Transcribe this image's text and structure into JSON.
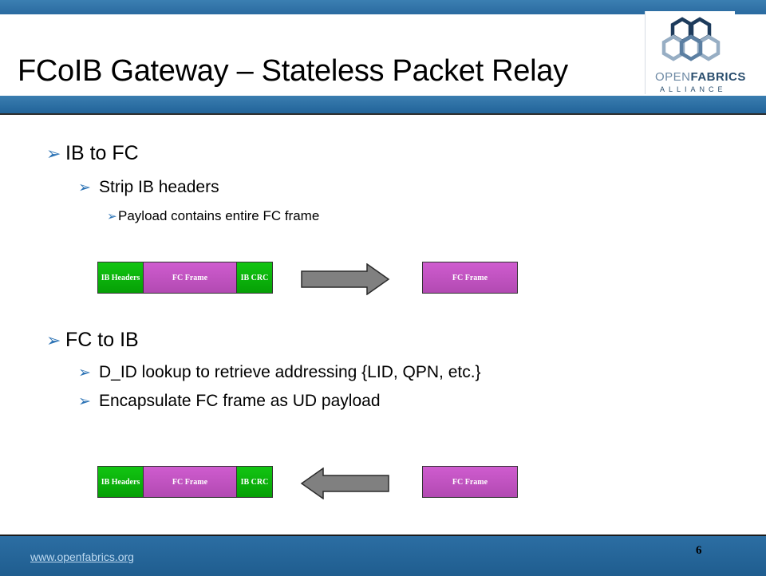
{
  "slide": {
    "title": "FCoIB Gateway – Stateless Packet Relay",
    "logo": {
      "line1_bold": "OPEN",
      "line1_rest": "FABRICS",
      "line2": "ALLIANCE"
    },
    "bullet_glyph": "➢",
    "sections": [
      {
        "heading": "IB to FC",
        "items": [
          "Strip IB headers"
        ],
        "subitems": [
          "Payload contains entire FC frame"
        ]
      },
      {
        "heading": "FC to IB",
        "items": [
          "D_ID lookup to retrieve addressing {LID, QPN, etc.}",
          "Encapsulate FC frame as UD payload"
        ]
      }
    ],
    "diagrams": [
      {
        "ib_frame": [
          "IB Headers",
          "FC Frame",
          "IB CRC"
        ],
        "fc_frame": "FC Frame",
        "direction": "right"
      },
      {
        "ib_frame": [
          "IB Headers",
          "FC Frame",
          "IB CRC"
        ],
        "fc_frame": "FC Frame",
        "direction": "left"
      }
    ],
    "colors": {
      "ib_segment": "#0ab30a",
      "fc_segment": "#c055c0",
      "arrow": "#808080",
      "bullet": "#2c73b5",
      "banner": "#2a6aa0"
    },
    "footer": {
      "url": "www.openfabrics.org",
      "page_number": "6"
    }
  }
}
